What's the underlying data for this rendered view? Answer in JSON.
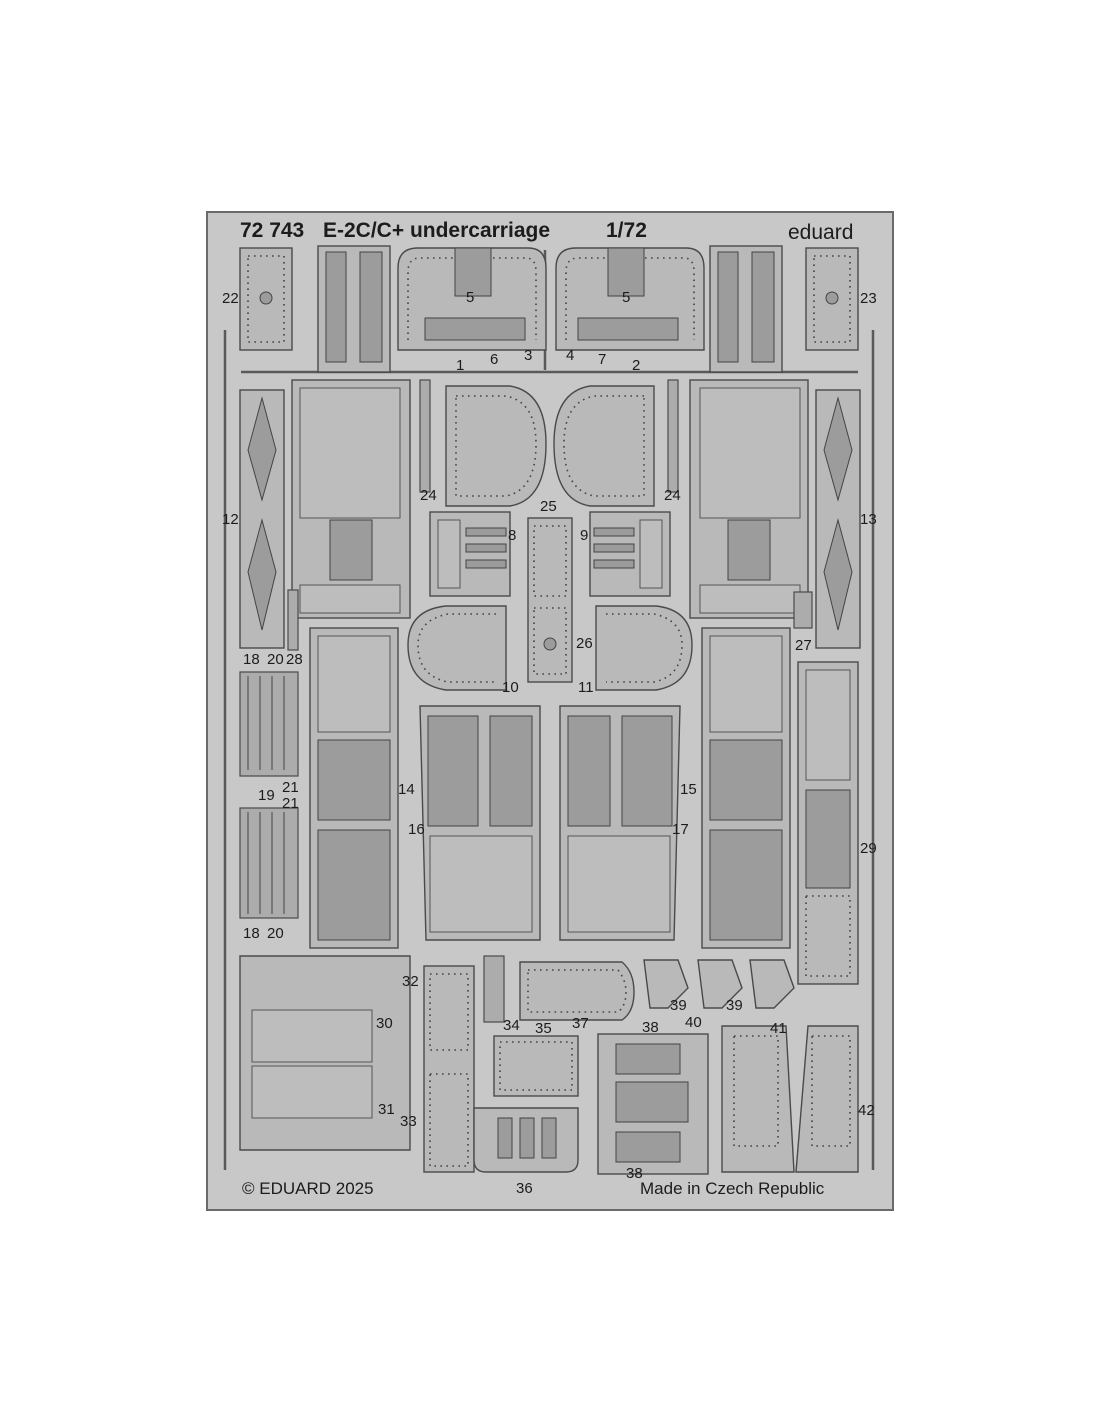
{
  "header": {
    "set_code": "72 743",
    "title": "E-2C/C+ undercarriage",
    "scale": "1/72",
    "brand": "eduard"
  },
  "footer": {
    "copyright": "© EDUARD 2025",
    "origin": "Made in Czech Republic"
  },
  "part_numbers": {
    "n1": "1",
    "n2": "2",
    "n3": "3",
    "n4": "4",
    "n5a": "5",
    "n5b": "5",
    "n6": "6",
    "n7": "7",
    "n8": "8",
    "n9": "9",
    "n10": "10",
    "n11": "11",
    "n12": "12",
    "n13": "13",
    "n14": "14",
    "n15": "15",
    "n16": "16",
    "n17": "17",
    "n18a": "18",
    "n18b": "18",
    "n19": "19",
    "n20a": "20",
    "n20b": "20",
    "n21a": "21",
    "n21b": "21",
    "n22": "22",
    "n23": "23",
    "n24a": "24",
    "n24b": "24",
    "n25": "25",
    "n26": "26",
    "n27": "27",
    "n28": "28",
    "n29": "29",
    "n30": "30",
    "n31": "31",
    "n32": "32",
    "n33": "33",
    "n34": "34",
    "n35": "35",
    "n36": "36",
    "n37": "37",
    "n38a": "38",
    "n38b": "38",
    "n39a": "39",
    "n39b": "39",
    "n40": "40",
    "n41": "41",
    "n42": "42"
  },
  "colors": {
    "fret": "#c8c8c8",
    "outline": "#4a4a4a",
    "text": "#1c1c1c"
  }
}
